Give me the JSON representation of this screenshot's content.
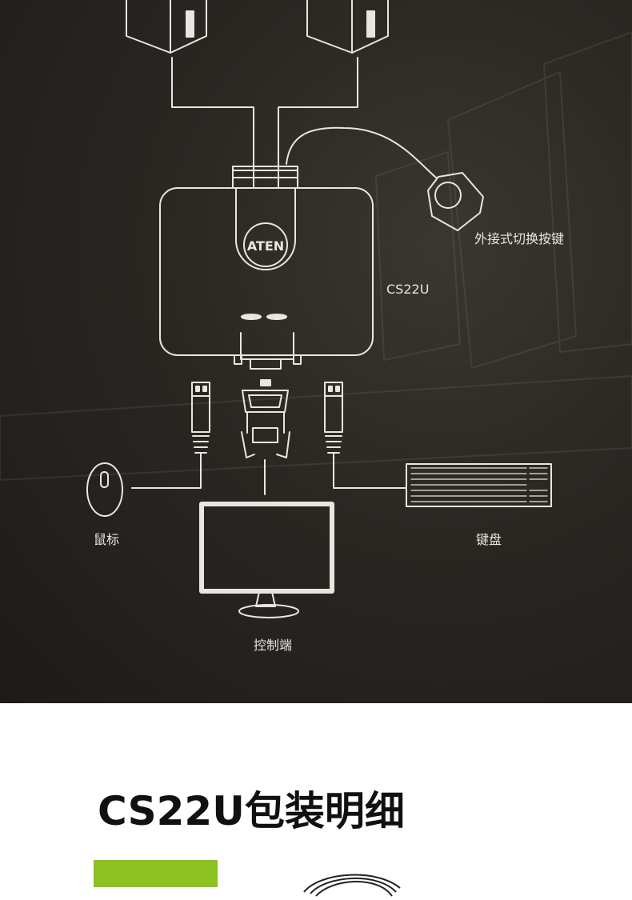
{
  "diagram": {
    "device_brand": "ATEN",
    "device_model": "CS22U",
    "labels": {
      "remote_switch": "外接式切换按键",
      "mouse": "鼠标",
      "keyboard": "键盘",
      "console": "控制端"
    }
  },
  "packing": {
    "title": "CS22U包装明细"
  },
  "colors": {
    "hero_background": "#24211e",
    "line": "#e8e6e1",
    "accent_green": "#8cc21f",
    "title_text": "#111111"
  }
}
